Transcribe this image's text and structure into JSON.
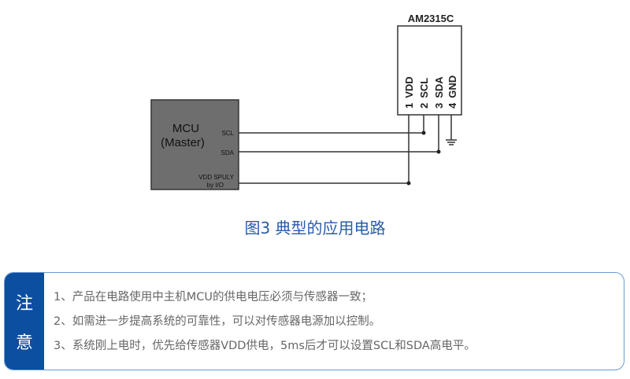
{
  "diagram": {
    "sensor_name": "AM2315C",
    "pins": [
      {
        "num": "1",
        "name": "VDD"
      },
      {
        "num": "2",
        "name": "SCL"
      },
      {
        "num": "3",
        "name": "SDA"
      },
      {
        "num": "4",
        "name": "GND"
      }
    ],
    "mcu_title": "MCU",
    "mcu_subtitle": "(Master)",
    "mcu_pins": {
      "scl": "SCL",
      "sda": "SDA",
      "vdd1": "VDD SPULY",
      "vdd2": "by I/O"
    }
  },
  "caption": "图3  典型的应用电路",
  "note": {
    "title_chars": [
      "注",
      "意"
    ],
    "lines": [
      "1、产品在电路使用中主机MCU的供电电压必须与传感器一致；",
      "2、如需进一步提高系统的可靠性，可以对传感器电源加以控制。",
      "3、系统刚上电时，优先给传感器VDD供电，5ms后才可以设置SCL和SDA高电平。"
    ]
  },
  "colors": {
    "accent": "#0c4ea0",
    "caption": "#2a5ca8",
    "mcu_fill": "#6e6e6e"
  }
}
